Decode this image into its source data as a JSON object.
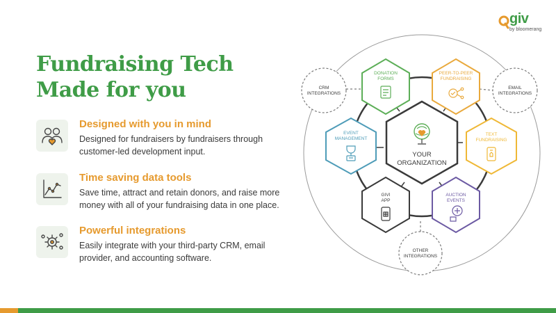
{
  "title": {
    "line1": "Fundraising Tech",
    "line2": "Made for you"
  },
  "features": [
    {
      "title": "Designed with you in mind",
      "line1": "Designed for fundraisers by fundraisers through",
      "line2": "customer-led development input.",
      "icon": "people-heart-icon"
    },
    {
      "title": "Time saving data tools",
      "line1": "Save time, attract and retain donors, and raise more",
      "line2": "money with all of your fundraising data in one place.",
      "icon": "line-chart-icon"
    },
    {
      "title": "Powerful integrations",
      "line1": "Easily integrate with your third-party CRM, email",
      "line2": "provider, and accounting software.",
      "icon": "integrations-gear-icon"
    }
  ],
  "logo": {
    "word": "giv",
    "sub": "by bloomerang",
    "brand_green": "#3f9c47",
    "brand_orange": "#e69a2e"
  },
  "diagram": {
    "center": {
      "line1": "YOUR",
      "line2": "ORGANIZATION",
      "icon": "heart-globe-icon"
    },
    "products": [
      {
        "line1": "DONATION",
        "line2": "FORMS",
        "color": "#5cae57",
        "icon": "donation-form-icon"
      },
      {
        "line1": "PEER-TO-PEER",
        "line2": "FUNDRAISING",
        "color": "#e9a93c",
        "icon": "peer-share-icon"
      },
      {
        "line1": "TEXT",
        "line2": "FUNDRAISING",
        "color": "#efb836",
        "icon": "text-phone-icon"
      },
      {
        "line1": "AUCTION",
        "line2": "EVENTS",
        "color": "#6c5aa3",
        "icon": "auction-bid-icon"
      },
      {
        "line1": "GIVI",
        "line2": "APP",
        "color": "#3a3a3a",
        "icon": "mobile-app-icon"
      },
      {
        "line1": "EVENT",
        "line2": "MANAGEMENT",
        "color": "#4e9cb8",
        "icon": "event-trophy-icon"
      }
    ],
    "integrations": [
      {
        "line1": "CRM",
        "line2": "INTEGRATIONS"
      },
      {
        "line1": "EMAIL",
        "line2": "INTEGRATIONS"
      },
      {
        "line1": "OTHER",
        "line2": "INTEGRATIONS"
      }
    ]
  },
  "colors": {
    "green": "#3f9c47",
    "orange": "#e69a2e",
    "ring": "#3a3a3a",
    "outer_ring": "#9a9a9a"
  }
}
